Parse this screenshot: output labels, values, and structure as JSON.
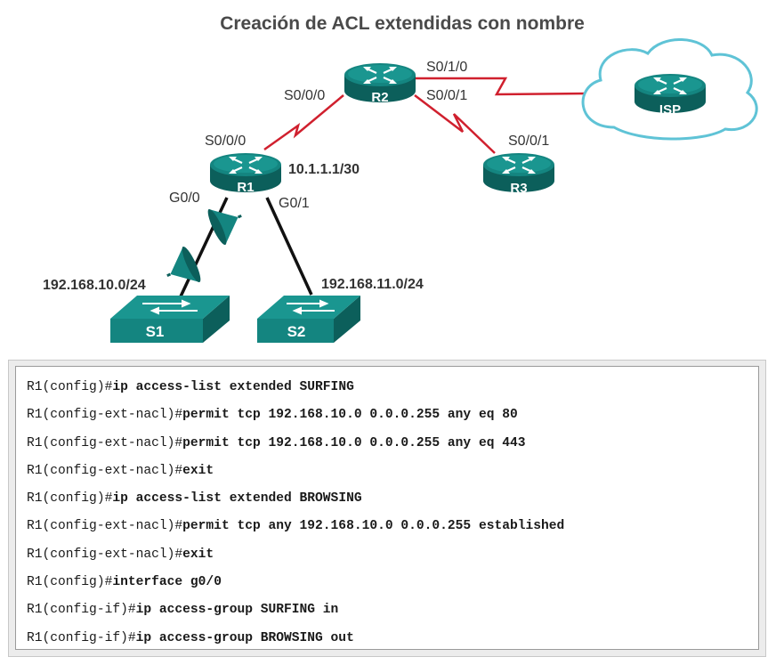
{
  "title": "Creación de ACL extendidas con nombre",
  "colors": {
    "device_teal": "#148580",
    "device_teal_dark": "#0c5f5b",
    "serial_link": "#d0202e",
    "ethernet_link": "#111111",
    "cloud_stroke": "#5fc3d6"
  },
  "devices": {
    "r1": "R1",
    "r2": "R2",
    "r3": "R3",
    "isp": "ISP",
    "s1": "S1",
    "s2": "S2"
  },
  "interfaces": {
    "r2_s010": "S0/1/0",
    "r2_s000": "S0/0/0",
    "r2_s001": "S0/0/1",
    "r1_s000": "S0/0/0",
    "r3_s001": "S0/0/1",
    "r1_g00": "G0/0",
    "r1_g01": "G0/1"
  },
  "addresses": {
    "r1_serial_ip": "10.1.1.1/30",
    "lan_s1": "192.168.10.0/24",
    "lan_s2": "192.168.11.0/24"
  },
  "console": [
    {
      "prompt": "R1(config)#",
      "command": "ip access-list extended SURFING"
    },
    {
      "prompt": "R1(config-ext-nacl)#",
      "command": "permit tcp 192.168.10.0 0.0.0.255 any eq 80"
    },
    {
      "prompt": "R1(config-ext-nacl)#",
      "command": "permit tcp 192.168.10.0 0.0.0.255 any eq 443"
    },
    {
      "prompt": "R1(config-ext-nacl)#",
      "command": "exit"
    },
    {
      "prompt": "R1(config)#",
      "command": "ip access-list extended BROWSING"
    },
    {
      "prompt": "R1(config-ext-nacl)#",
      "command": "permit tcp any 192.168.10.0 0.0.0.255 established"
    },
    {
      "prompt": "R1(config-ext-nacl)#",
      "command": "exit"
    },
    {
      "prompt": "R1(config)#",
      "command": "interface g0/0"
    },
    {
      "prompt": "R1(config-if)#",
      "command": "ip access-group SURFING in"
    },
    {
      "prompt": "R1(config-if)#",
      "command": "ip access-group BROWSING out"
    }
  ]
}
